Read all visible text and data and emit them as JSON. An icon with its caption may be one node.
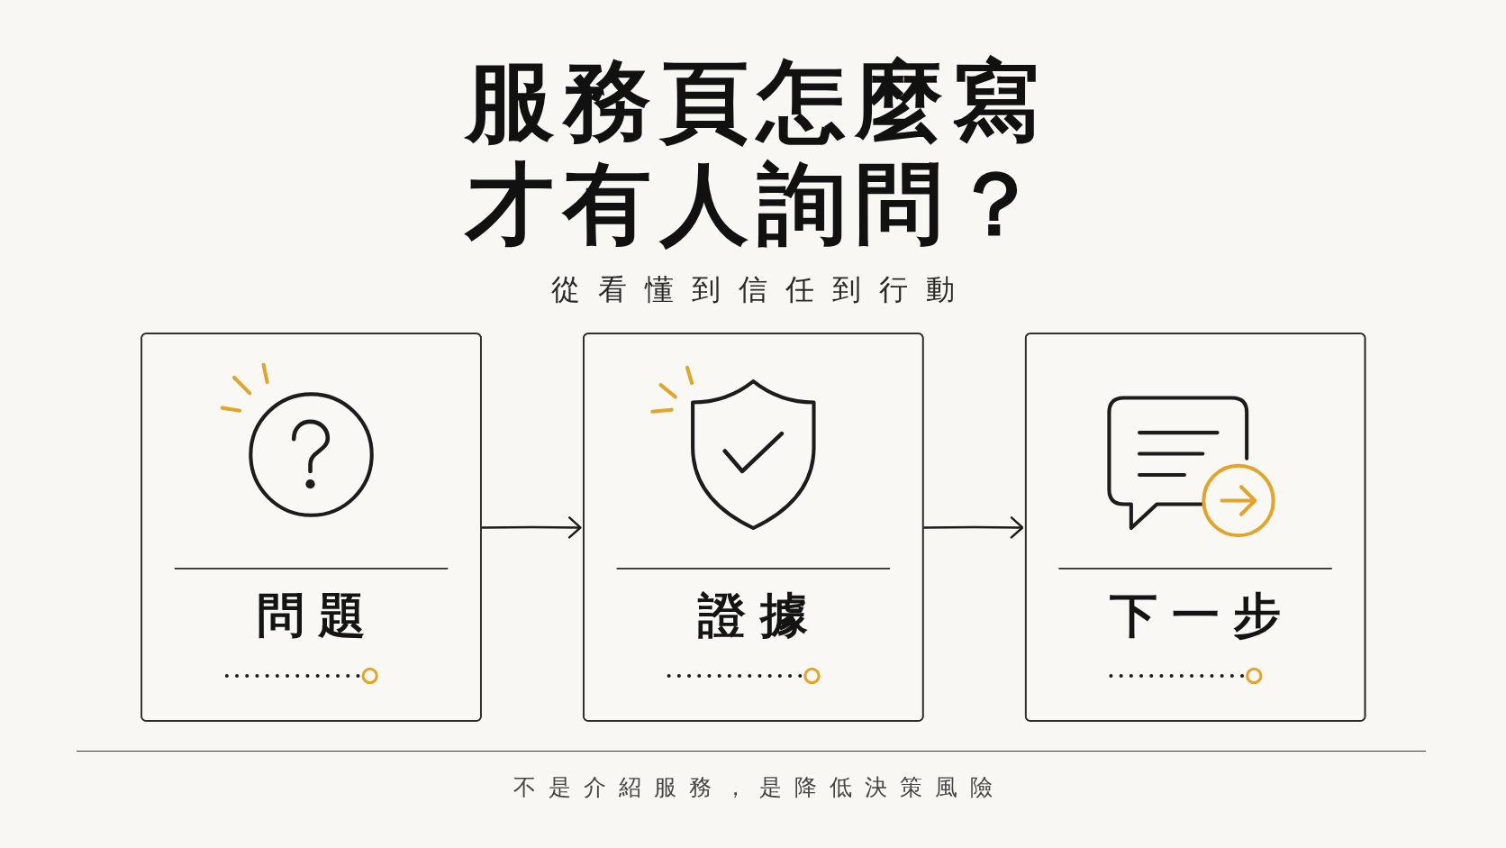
{
  "diagram": {
    "title": "服務頁怎麼寫才有人詢問？",
    "caption": "不是介紹服務，是降低決策風險",
    "nodes": [
      {
        "text": [
          "問題"
        ]
      },
      {
        "text": [
          "證據"
        ]
      },
      {
        "text": [
          "下一步"
        ]
      }
    ],
    "edges": [
      {
        "from": 0,
        "to": 1,
        "arrow": "to"
      },
      {
        "from": 1,
        "to": 2,
        "arrow": "to"
      }
    ],
    "labels": [
      "從看懂到信任到行動"
    ]
  }
}
